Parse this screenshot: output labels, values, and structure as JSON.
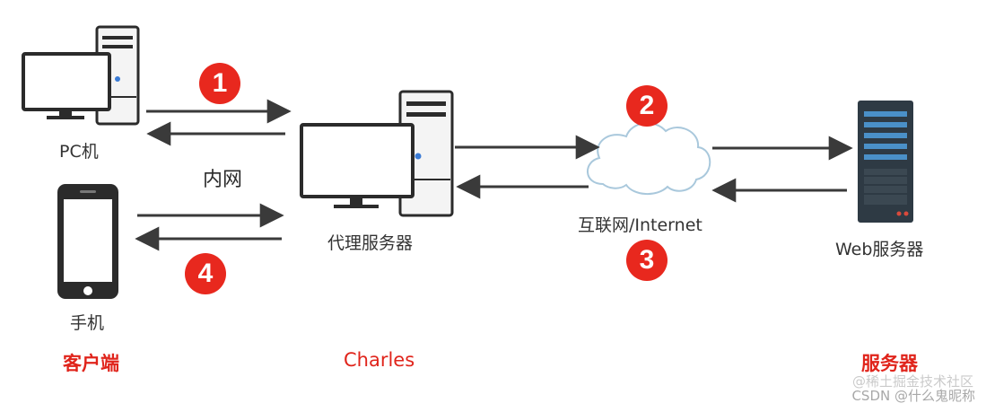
{
  "labels": {
    "pc": "PC机",
    "intranet": "内网",
    "phone": "手机",
    "proxy": "代理服务器",
    "internet": "互联网/Internet",
    "web_server": "Web服务器"
  },
  "categories": {
    "client": "客户端",
    "charles": "Charles",
    "server": "服务器"
  },
  "steps": [
    "1",
    "2",
    "3",
    "4"
  ],
  "watermark": {
    "line1": "@稀土掘金技术社区",
    "line2": "CSDN @什么鬼昵称"
  },
  "colors": {
    "accent_red": "#e0241b",
    "badge_red": "#e8281e",
    "arrow": "#3a3a3a",
    "device_outline": "#2b2b2b",
    "cloud_stroke": "#a9c8dc",
    "server_dark": "#2e3a44",
    "server_stripe": "#4a90c8"
  }
}
